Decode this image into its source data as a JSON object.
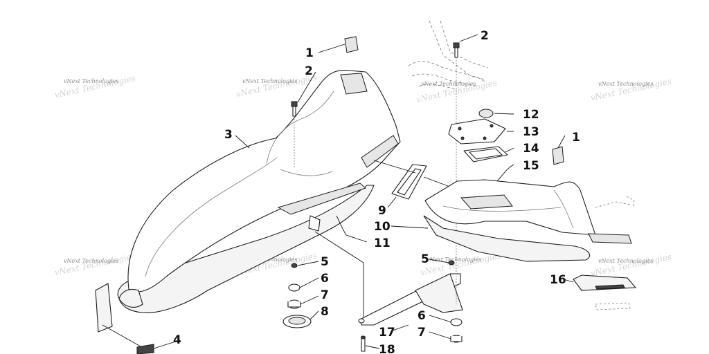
{
  "watermark": {
    "text": "vNext Technologies"
  },
  "callouts": {
    "c1": "1",
    "c1b": "1",
    "c2": "2",
    "c2b": "2",
    "c3": "3",
    "c4": "4",
    "c5": "5",
    "c5b": "5",
    "c6": "6",
    "c6b": "6",
    "c7": "7",
    "c7b": "7",
    "c8": "8",
    "c9": "9",
    "c10": "10",
    "c11": "11",
    "c12": "12",
    "c13": "13",
    "c14": "14",
    "c15": "15",
    "c16": "16",
    "c17": "17",
    "c18": "18"
  }
}
